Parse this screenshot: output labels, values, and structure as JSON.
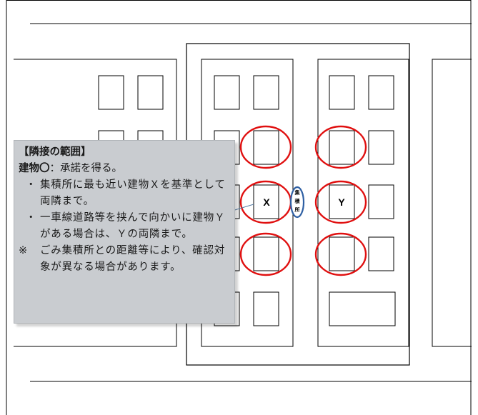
{
  "callout": {
    "title": "【隣接の範囲】",
    "lead_bold": "建物〇",
    "lead_rest": "：承諾を得る。",
    "bullet_mark": "・",
    "bullet1": "集積所に最も近い建物Ｘを基準として両隣まで。",
    "bullet2": "一車線道路等を挟んで向かいに建物Ｙがある場合は、Ｙの両隣まで。",
    "note_mark": "※",
    "note": "ごみ集積所との距離等により、確認対象が異なる場合があります。"
  },
  "labels": {
    "building_x": "X",
    "building_y": "Y",
    "collection_point": [
      "集",
      "積",
      "所"
    ]
  },
  "colors": {
    "circle": "#e01010",
    "collection_point_border": "#2e5fa3",
    "callout_bg": "#c9ccd0"
  }
}
